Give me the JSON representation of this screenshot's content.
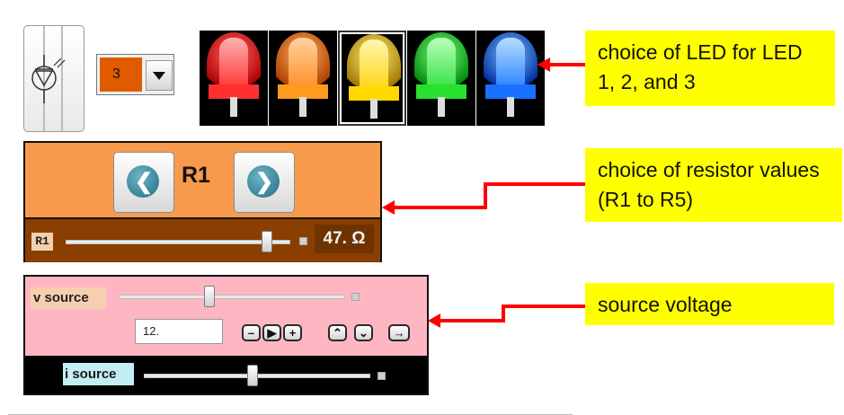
{
  "led_panel": {
    "count_value": "3",
    "led_choices": [
      {
        "name": "red",
        "color": "#ff2a2a"
      },
      {
        "name": "orange",
        "color": "#ff8a1a"
      },
      {
        "name": "yellow",
        "color": "#ffd200",
        "selected": true
      },
      {
        "name": "green",
        "color": "#2adf3a"
      },
      {
        "name": "blue",
        "color": "#1a7aff"
      }
    ]
  },
  "resistor_panel": {
    "label": "R1",
    "slider_label": "R1",
    "value": "47. Ω",
    "slider_level": 0.9
  },
  "source_panel": {
    "v_label": "v source",
    "v_field_value": "12.",
    "v_slider_level": 0.4,
    "i_label": "i source",
    "i_slider_level": 0.48
  },
  "callouts": {
    "led_text": "choice of LED for LED 1, 2, and 3",
    "resistor_text": "choice of resistor values (R1 to R5)",
    "source_text": "source voltage"
  },
  "colors": {
    "resistor_panel_bg": "#f79a4c",
    "source_panel_bg": "#ffb6c3",
    "callout_bg": "#ffff00",
    "arrow": "#ff0000"
  }
}
